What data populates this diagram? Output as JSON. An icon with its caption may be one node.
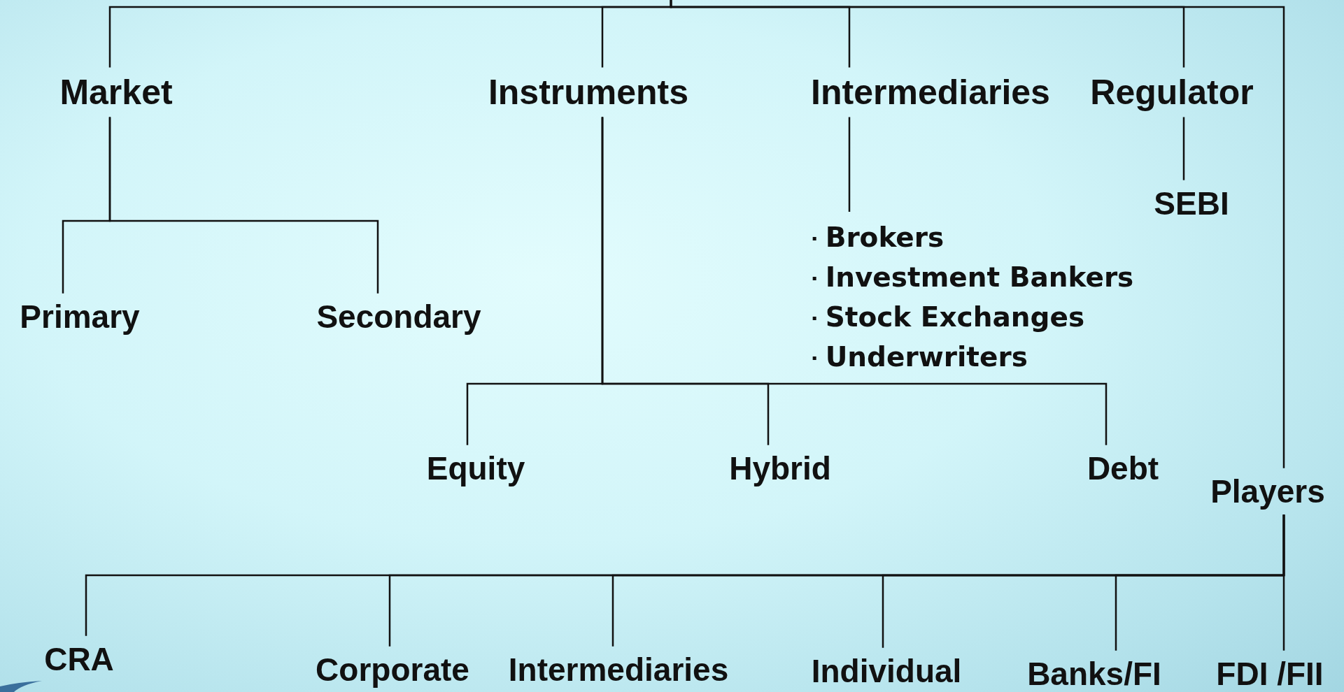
{
  "diagram": {
    "nodes": [
      {
        "text": [
          "Market"
        ]
      },
      {
        "text": [
          "Instruments"
        ]
      },
      {
        "text": [
          "Intermediaries"
        ]
      },
      {
        "text": [
          "Regulator"
        ]
      },
      {
        "text": [
          "Players"
        ]
      },
      {
        "text": [
          "Primary"
        ]
      },
      {
        "text": [
          "Secondary"
        ]
      },
      {
        "text": [
          "Equity"
        ]
      },
      {
        "text": [
          "Hybrid"
        ]
      },
      {
        "text": [
          "Debt"
        ]
      },
      {
        "text": [
          "Brokers",
          "Investment Bankers",
          "Stock Exchanges",
          "Underwriters"
        ]
      },
      {
        "text": [
          "SEBI"
        ]
      },
      {
        "text": [
          "CRA"
        ]
      },
      {
        "text": [
          "Corporate"
        ]
      },
      {
        "text": [
          "Intermediaries"
        ]
      },
      {
        "text": [
          "Individual"
        ]
      },
      {
        "text": [
          "Banks/FI"
        ]
      },
      {
        "text": [
          "FDI /FII"
        ]
      }
    ],
    "edges": [
      {
        "from": null,
        "to": 0,
        "arrow": "none"
      },
      {
        "from": null,
        "to": 1,
        "arrow": "none"
      },
      {
        "from": null,
        "to": 2,
        "arrow": "none"
      },
      {
        "from": null,
        "to": 3,
        "arrow": "none"
      },
      {
        "from": null,
        "to": 4,
        "arrow": "none"
      },
      {
        "from": 0,
        "to": 5,
        "arrow": "none"
      },
      {
        "from": 0,
        "to": 6,
        "arrow": "none"
      },
      {
        "from": 1,
        "to": 7,
        "arrow": "none"
      },
      {
        "from": 1,
        "to": 8,
        "arrow": "none"
      },
      {
        "from": 1,
        "to": 9,
        "arrow": "none"
      },
      {
        "from": 2,
        "to": 10,
        "arrow": "none"
      },
      {
        "from": 3,
        "to": 11,
        "arrow": "none"
      },
      {
        "from": 4,
        "to": 12,
        "arrow": "none"
      },
      {
        "from": 4,
        "to": 13,
        "arrow": "none"
      },
      {
        "from": 4,
        "to": 14,
        "arrow": "none"
      },
      {
        "from": 4,
        "to": 15,
        "arrow": "none"
      },
      {
        "from": 4,
        "to": 16,
        "arrow": "none"
      },
      {
        "from": 4,
        "to": 17,
        "arrow": "none"
      }
    ]
  }
}
